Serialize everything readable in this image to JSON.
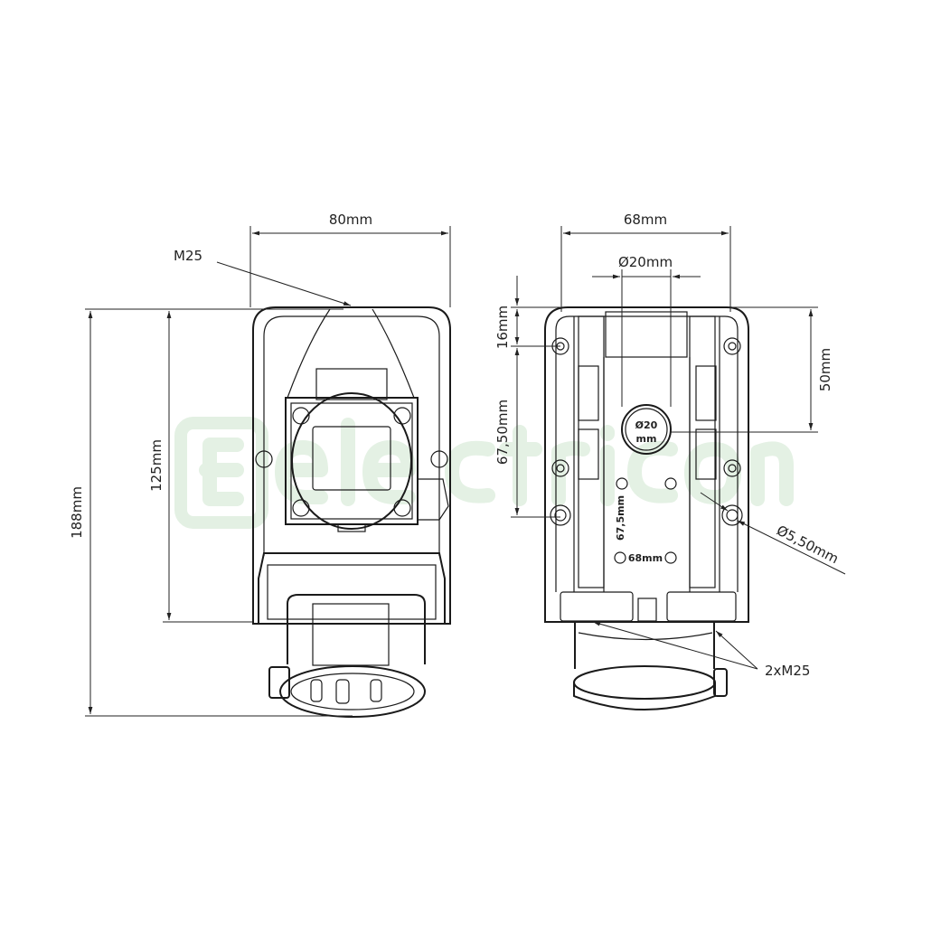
{
  "watermark": "electricon",
  "colors": {
    "line": "#1a1a1a",
    "watermark": "#d9ecd9",
    "background": "#ffffff"
  },
  "front_view": {
    "width_label": "80mm",
    "height_label": "188mm",
    "housing_height_label": "125mm",
    "gland_label": "M25"
  },
  "back_view": {
    "width_label": "68mm",
    "hole_diameter_label": "Ø20mm",
    "hole_badge_top": "Ø20",
    "hole_badge_bottom": "mm",
    "top_offset_label": "16mm",
    "mount_spacing_label": "67,50mm",
    "hole_offset_label": "50mm",
    "mount_hole_label": "Ø5,50mm",
    "glands_label": "2xM25",
    "inner_vertical_label": "67,5mm",
    "inner_horizontal_label": "68mm"
  }
}
